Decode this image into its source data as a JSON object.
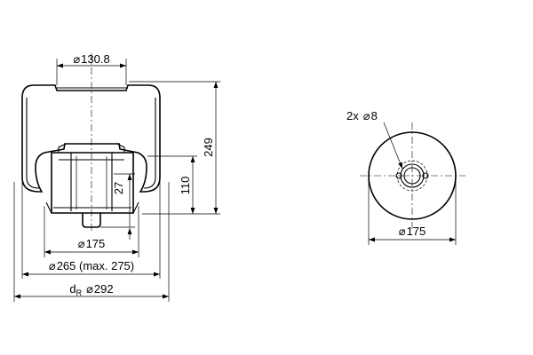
{
  "side_view": {
    "top_plate_diameter": "130.8",
    "overall_height": "249",
    "piston_height": "110",
    "bottom_offset": "27",
    "piston_diameter": "175",
    "bellow_diameter": "265 (max. 275)",
    "effective_diameter_prefix": "d",
    "effective_diameter_subscript": "R",
    "effective_diameter": "292"
  },
  "bottom_view": {
    "holes_label": "2x",
    "hole_diameter": "8",
    "plate_diameter": "175"
  },
  "symbols": {
    "diameter": "⌀"
  }
}
